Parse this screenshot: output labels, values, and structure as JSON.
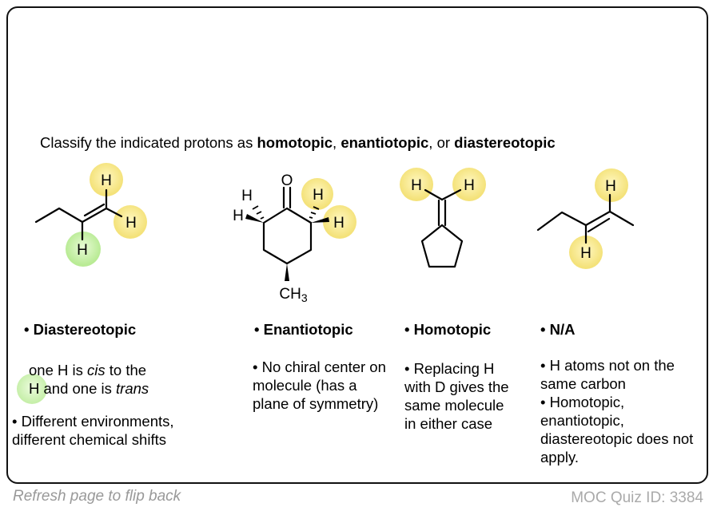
{
  "question": {
    "prefix": "Classify the indicated protons as ",
    "term1": "homotopic",
    "sep1": ", ",
    "term2": "enantiotopic",
    "sep2": ", or ",
    "term3": "diastereotopic"
  },
  "molecules": {
    "atom_h": "H",
    "atom_o": "O",
    "methyl_c": "CH",
    "methyl_sub": "3"
  },
  "answers": [
    {
      "heading": "• Diastereotopic",
      "line1_a": "one H is ",
      "line1_i": "cis",
      "line1_b": " to the",
      "line2_a": "H and one is ",
      "line2_i": "trans",
      "line3": "• Different environments, different chemical shifts"
    },
    {
      "heading": "• Enantiotopic",
      "body": "• No chiral center on molecule (has a plane of symmetry)"
    },
    {
      "heading": "• Homotopic",
      "body": "• Replacing H with D gives the same molecule in either case"
    },
    {
      "heading": "• N/A",
      "body1": "• H atoms not on the same carbon",
      "body2": "• Homotopic, enantiotopic, diastereotopic does not apply."
    }
  ],
  "footer": {
    "flip_hint": "Refresh page to flip back",
    "quiz_id": "MOC Quiz ID: 3384"
  },
  "colors": {
    "highlight_yellow": "#f7e98a",
    "highlight_green": "#c9f0a8"
  }
}
